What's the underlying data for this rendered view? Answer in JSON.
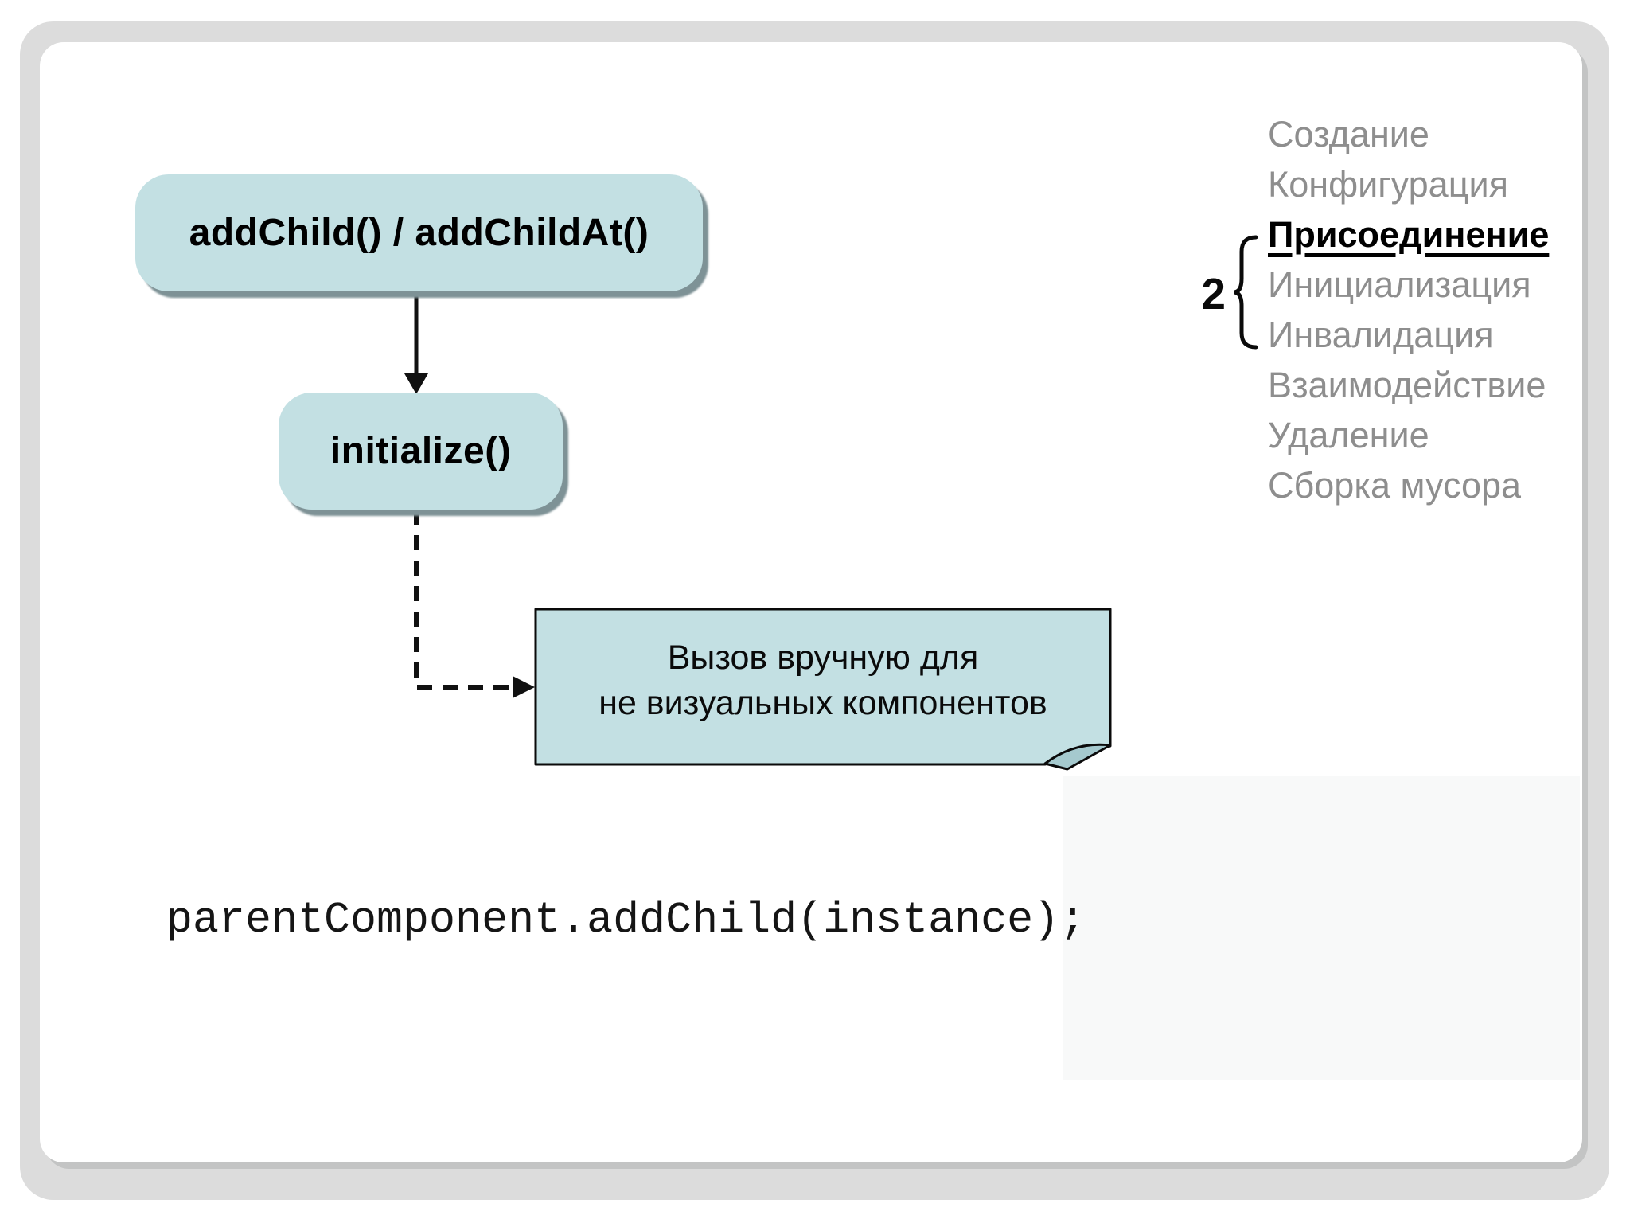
{
  "slide": {
    "flow": {
      "box1_label": "addChild() / addChildAt()",
      "box2_label": "initialize()",
      "note": {
        "line1": "Вызов вручную для",
        "line2": "не визуальных компонентов"
      }
    },
    "code_snippet": "parentComponent.addChild(instance);",
    "lifecycle": {
      "brace_label": "2",
      "items": [
        {
          "label": "Создание",
          "active": false
        },
        {
          "label": "Конфигурация",
          "active": false
        },
        {
          "label": "Присоединение",
          "active": true
        },
        {
          "label": "Инициализация",
          "active": false
        },
        {
          "label": "Инвалидация",
          "active": false
        },
        {
          "label": "Взаимодействие",
          "active": false
        },
        {
          "label": "Удаление",
          "active": false
        },
        {
          "label": "Сборка мусора",
          "active": false
        }
      ]
    },
    "colors": {
      "box_fill": "#c3e0e3",
      "box_shadow": "#7e9296",
      "note_fill": "#c3e0e3",
      "note_fold": "#a5c9ce",
      "mat_gray": "#dcdcdc",
      "list_gray": "#8e8e8e",
      "line_black": "#111111"
    }
  }
}
